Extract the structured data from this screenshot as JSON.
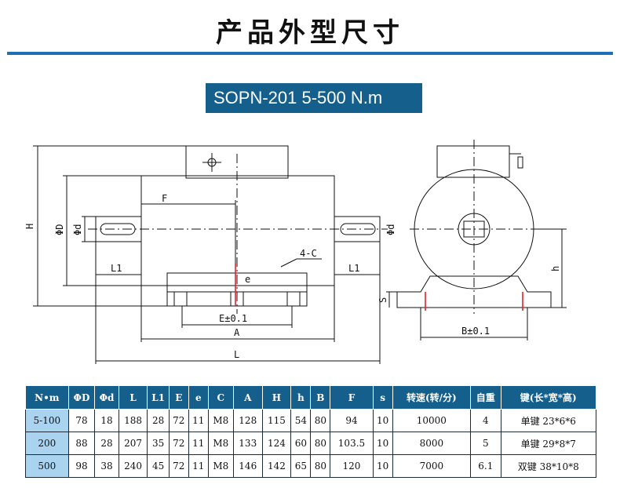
{
  "title": "产品外型尺寸",
  "model": "SOPN-201 5-500 N.m",
  "drawing_labels": {
    "H": "H",
    "D": "ΦD",
    "d_left": "Φd",
    "F": "F",
    "L1_left": "L1",
    "e": "e",
    "chamfer": "4-C",
    "L1_right": "L1",
    "E": "E±0.1",
    "A": "A",
    "L": "L",
    "d_right": "Φd",
    "h": "h",
    "S": "S",
    "B": "B±0.1"
  },
  "table": {
    "headers": [
      "N•m",
      "ΦD",
      "Φd",
      "L",
      "L1",
      "E",
      "e",
      "C",
      "A",
      "H",
      "h",
      "B",
      "F",
      "s",
      "转速(转/分)",
      "自重",
      "键(长*宽*高)"
    ],
    "rows": [
      [
        "5-100",
        "78",
        "18",
        "188",
        "28",
        "72",
        "11",
        "M8",
        "128",
        "115",
        "54",
        "80",
        "94",
        "10",
        "10000",
        "4",
        "单键 23*6*6"
      ],
      [
        "200",
        "88",
        "28",
        "207",
        "35",
        "72",
        "11",
        "M8",
        "133",
        "124",
        "60",
        "80",
        "103.5",
        "10",
        "8000",
        "5",
        "单键 29*8*7"
      ],
      [
        "500",
        "98",
        "38",
        "240",
        "45",
        "72",
        "11",
        "M8",
        "146",
        "142",
        "65",
        "80",
        "120",
        "10",
        "7000",
        "6.1",
        "双键 38*10*8"
      ]
    ]
  },
  "colors": {
    "accent": "#155f8c",
    "first_col": "#a9d3ef",
    "rule": "#1f6fb2",
    "centerline_red": "#e0202a"
  }
}
